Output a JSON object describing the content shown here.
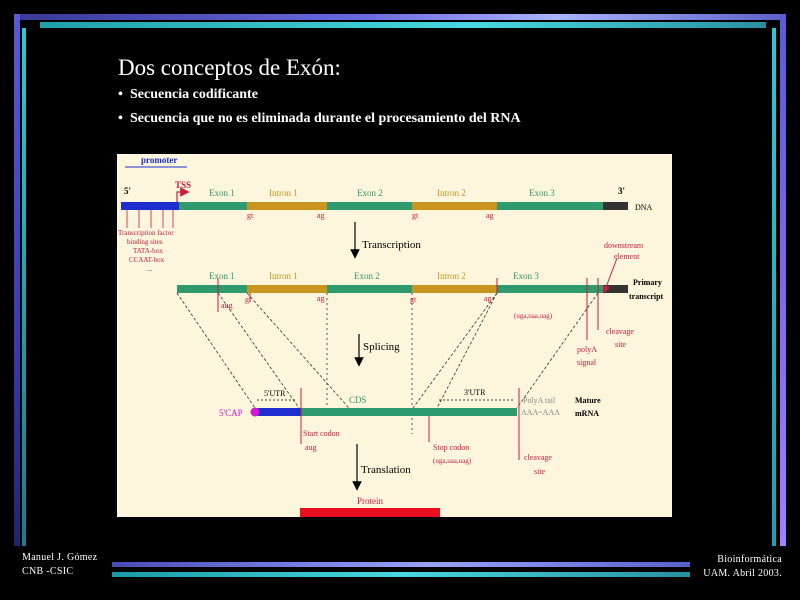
{
  "slide": {
    "title": "Dos conceptos de Exón:",
    "bullets": [
      "Secuencia codificante",
      "Secuencia que no es eliminada durante el procesamiento del RNA"
    ]
  },
  "footer": {
    "author": "Manuel J. Gómez",
    "institution": "CNB -CSIC",
    "course": "Bioinformática",
    "date": "UAM. Abril 2003."
  },
  "diagram": {
    "promoter": "promoter",
    "five_prime": "5'",
    "three_prime": "3'",
    "tss": "TSS",
    "dna_label": "DNA",
    "exon1": "Exon 1",
    "intron1": "Intron 1",
    "exon2": "Exon 2",
    "intron2": "Intron 2",
    "exon3": "Exon 3",
    "gt": "gt",
    "ag": "ag",
    "tf_lines": [
      "Transcription factor",
      "binding sites",
      "TATA-box",
      "CCAAT-box",
      "..."
    ],
    "transcription": "Transcription",
    "downstream_lines": [
      "downstream",
      "element"
    ],
    "aug": "aug",
    "primary_lines": [
      "Primary",
      "transcript"
    ],
    "stop_triplets": "(uga,uaa,uag)",
    "cleavage_lines": [
      "cleavage",
      "site"
    ],
    "polya_signal_lines": [
      "polyA",
      "signal"
    ],
    "splicing": "Splicing",
    "utr5": "5'UTR",
    "cds": "CDS",
    "utr3": "3'UTR",
    "polya_tail_lines": [
      "PolyA tail",
      "AAA~AAA"
    ],
    "mature_lines": [
      "Mature",
      "mRNA"
    ],
    "cap": "5'CAP",
    "start_codon_lines": [
      "Start codon",
      "aug"
    ],
    "stop_codon_lines": [
      "Stop codon",
      "(uga,uaa,uag)"
    ],
    "translation": "Translation",
    "protein": "Protein",
    "colors": {
      "exon": "#2e9a6e",
      "intron": "#c8961e",
      "promoter": "#1f2ecf",
      "red": "#c81e3c",
      "magenta": "#d418d4",
      "protein": "#e8101e"
    }
  }
}
